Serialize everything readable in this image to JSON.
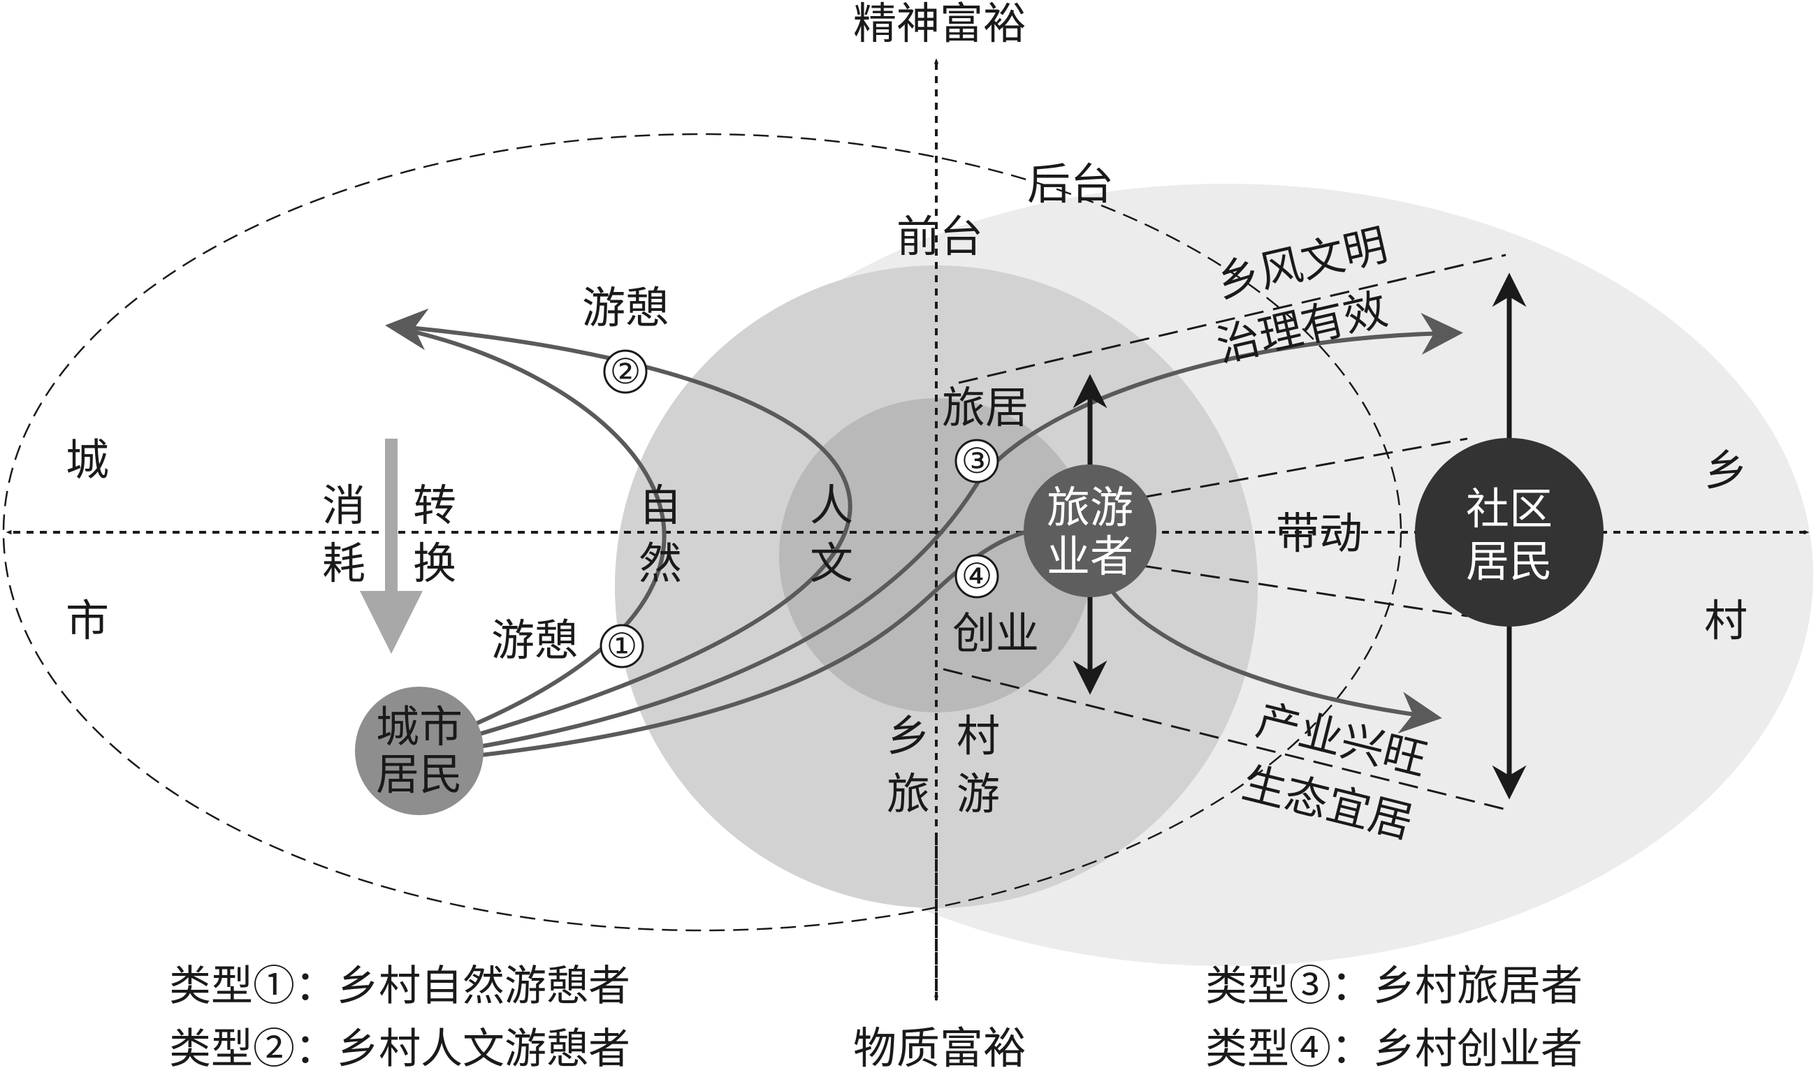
{
  "axes": {
    "top": "精神富裕",
    "bottom": "物质富裕",
    "left_chars": [
      "城",
      "市"
    ],
    "right_chars": [
      "乡",
      "村"
    ]
  },
  "zones": {
    "backstage": "后台",
    "frontstage": "前台"
  },
  "labels": {
    "xiaohao_chars": [
      "消",
      "耗"
    ],
    "zhuanhuan_chars": [
      "转",
      "换"
    ],
    "ziran_chars": [
      "自",
      "然"
    ],
    "renwen_chars": [
      "人",
      "文"
    ],
    "xiangcun_chars": [
      "乡",
      "村"
    ],
    "lvyou_chars": [
      "旅",
      "游"
    ],
    "youqi_1": "游憩",
    "youqi_2": "游憩",
    "lvju": "旅居",
    "chuangye": "创业",
    "daidong": "带动",
    "xiangfeng": "乡风文明",
    "zhili": "治理有效",
    "chanye": "产业兴旺",
    "shengtai": "生态宜居"
  },
  "numbers": {
    "n1": "①",
    "n2": "②",
    "n3": "③",
    "n4": "④"
  },
  "nodes": {
    "urban_residents_lines": [
      "城市",
      "居民"
    ],
    "tourism_operators_lines": [
      "旅游",
      "业者"
    ],
    "community_residents_lines": [
      "社区",
      "居民"
    ]
  },
  "legend": {
    "type1": "类型①：乡村自然游憩者",
    "type2": "类型②：乡村人文游憩者",
    "type3": "类型③：乡村旅居者",
    "type4": "类型④：乡村创业者"
  },
  "colors": {
    "outer_ellipse": "#ececec",
    "middle_circle": "#d2d2d2",
    "inner_circle": "#b9b9b9",
    "curve": "#5a5a5a",
    "urban_node": "#8e8e8e",
    "operator_node": "#5e5e5e",
    "community_node": "#333333",
    "arrow_gray": "#a8a8a8",
    "axis": "#1a1a1a"
  }
}
